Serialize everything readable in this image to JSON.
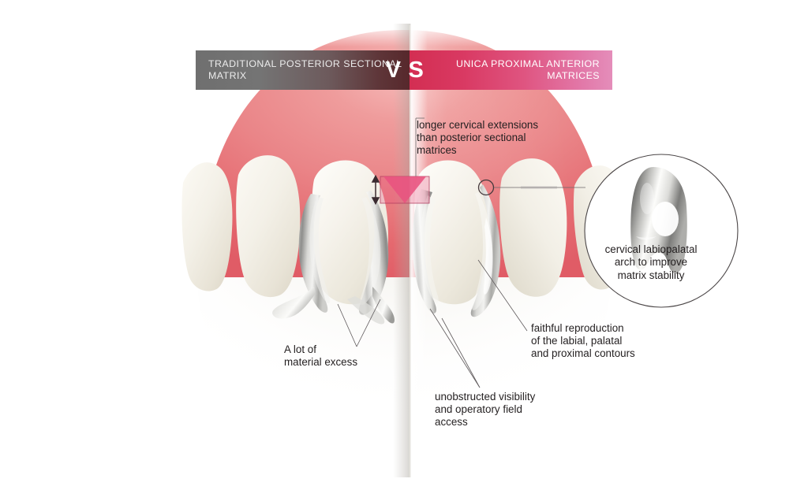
{
  "banner": {
    "left_label": "TRADITIONAL POSTERIOR\nSECTIONAL MATRIX",
    "vs_v": "V",
    "vs_s": "S",
    "right_label": "UNICA PROXIMAL\nANTERIOR MATRICES"
  },
  "annotations": {
    "cervical_extensions": "longer cervical extensions\nthan posterior sectional\nmatrices",
    "material_excess": "A lot of\nmaterial excess",
    "visibility": "unobstructed visibility\nand operatory field\naccess",
    "faithful_reproduction": "faithful reproduction\nof the labial, palatal\nand proximal contours",
    "inset_caption": "cervical labiopalatal\narch to improve\nmatrix stability"
  },
  "colors": {
    "gum_light": "#ea8a8d",
    "gum_mid": "#e8777c",
    "gum_deep": "#e05c66",
    "tooth": "#f2efe6",
    "tooth_shadow": "#ddd8cc",
    "matrix_metal": "#b9b9b7",
    "banner_gray": "#6f6f6f",
    "banner_maroon": "#57282c",
    "banner_crimson": "#d32e52",
    "banner_pink": "#e48dba",
    "papilla_marker": "#e8537f",
    "line": "#4c4a4b",
    "text": "#231f20"
  },
  "icons": {
    "measure_arrow": "double-headed-vertical-arrow",
    "callout_circle": "magnifier-target-circle",
    "inset_circle": "magnified-detail-circle",
    "matrix_band": "unica-matrix-band-shape"
  }
}
